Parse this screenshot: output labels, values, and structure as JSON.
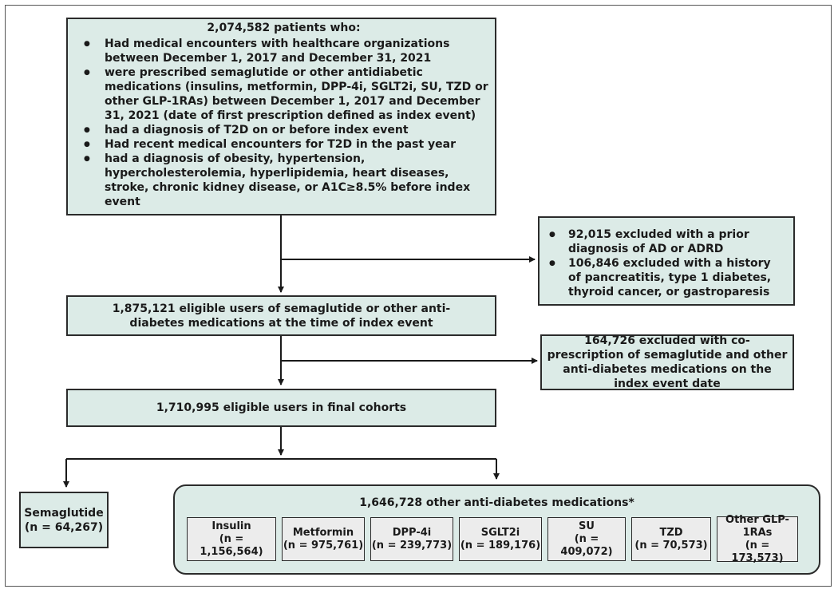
{
  "top_box": {
    "title": "2,074,582 patients who:",
    "bullets": [
      "Had medical encounters with healthcare organizations  between December 1, 2017 and December 31, 2021",
      "were prescribed semaglutide or other antidiabetic medications (insulins, metformin, DPP-4i, SGLT2i, SU, TZD or other GLP-1RAs) between December 1, 2017 and December 31, 2021 (date of first prescription defined as index event)",
      "had a diagnosis of T2D on or before index event",
      "Had recent medical encounters for T2D in the past year",
      "had a diagnosis of obesity, hypertension, hypercholesterolemia, hyperlipidemia, heart diseases, stroke, chronic kidney disease, or A1C≥8.5% before index event"
    ]
  },
  "exclusion_1": {
    "bullets": [
      "92,015 excluded with a prior diagnosis of AD or ADRD",
      "106,846 excluded with a history of pancreatitis, type 1 diabetes, thyroid cancer, or gastroparesis"
    ]
  },
  "eligible_box": {
    "text": "1,875,121 eligible users of semaglutide or other anti-diabetes medications at the time of index event"
  },
  "exclusion_2": {
    "text": "164,726 excluded with co-prescription of semaglutide and other anti-diabetes medications on the index event date"
  },
  "final_box": {
    "text": "1,710,995 eligible users in final cohorts"
  },
  "semaglutide": {
    "name": "Semaglutide",
    "n": "(n = 64,267)"
  },
  "other_meds": {
    "title": "1,646,728 other anti-diabetes medications*",
    "items": [
      {
        "name": "Insulin",
        "n": "(n = 1,156,564)"
      },
      {
        "name": "Metformin",
        "n": "(n = 975,761)"
      },
      {
        "name": "DPP-4i",
        "n": "(n = 239,773)"
      },
      {
        "name": "SGLT2i",
        "n": "(n = 189,176)"
      },
      {
        "name": "SU",
        "n": "(n = 409,072)"
      },
      {
        "name": "TZD",
        "n": "(n = 70,573)"
      },
      {
        "name": "Other GLP-1RAs",
        "n": "(n = 173,573)"
      }
    ]
  }
}
